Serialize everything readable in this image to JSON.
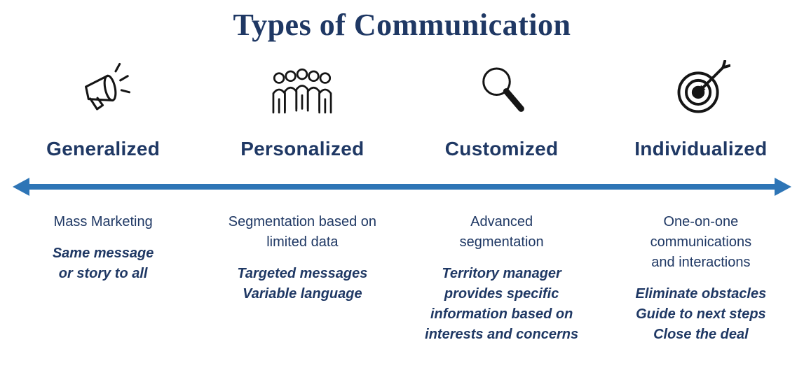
{
  "title": "Types of Communication",
  "colors": {
    "title": "#1f3864",
    "heading": "#1f3864",
    "body": "#1f3864",
    "arrow": "#2e75b6",
    "icon": "#151515"
  },
  "columns": [
    {
      "icon": "megaphone",
      "heading": "Generalized",
      "summary": "Mass Marketing",
      "detail": "Same message\nor story to all"
    },
    {
      "icon": "people-group",
      "heading": "Personalized",
      "summary": "Segmentation based on\nlimited data",
      "detail": "Targeted messages\nVariable language"
    },
    {
      "icon": "magnifying-glass",
      "heading": "Customized",
      "summary": "Advanced\nsegmentation",
      "detail": "Territory manager\nprovides specific\ninformation based on\ninterests and concerns"
    },
    {
      "icon": "target-arrow",
      "heading": "Individualized",
      "summary": "One-on-one\ncommunications\nand interactions",
      "detail": "Eliminate obstacles\nGuide to next steps\nClose the deal"
    }
  ]
}
